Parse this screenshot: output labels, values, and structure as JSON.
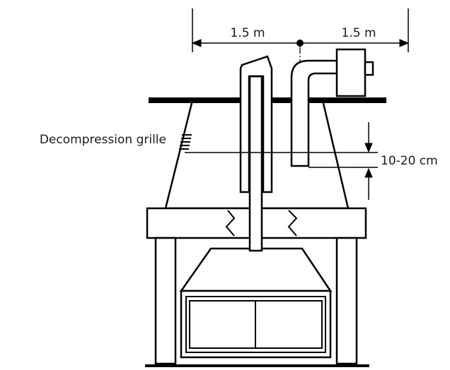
{
  "diagram": {
    "dimension_left": "1.5 m",
    "dimension_right": "1.5 m",
    "grille_label": "Decompression grille",
    "gap_label": "10-20 cm"
  },
  "colors": {
    "stroke": "#000000",
    "background": "#ffffff"
  }
}
